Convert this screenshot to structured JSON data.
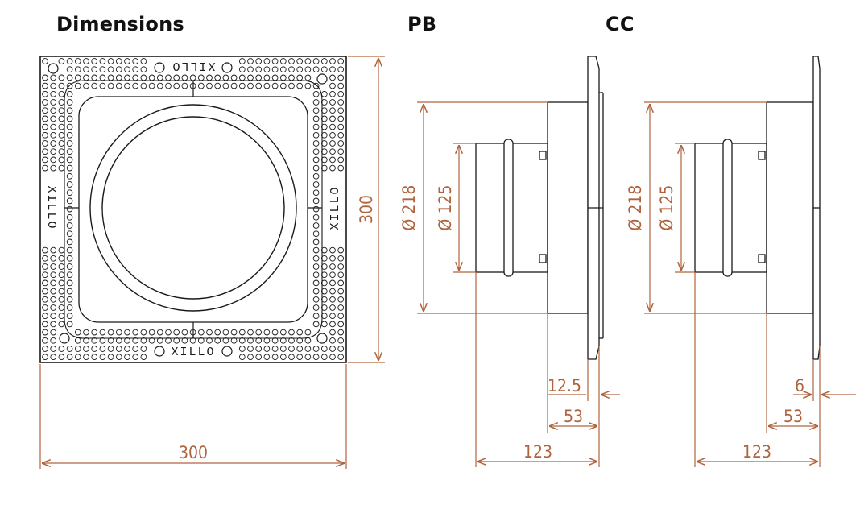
{
  "headings": {
    "front": "Dimensions",
    "pb": "PB",
    "cc": "CC"
  },
  "brand": "XILLO",
  "colors": {
    "dimension": "#b0643e",
    "outline": "#1a1a1a"
  },
  "front_view": {
    "width_label": "300",
    "height_label": "300"
  },
  "pb_view": {
    "outer_diameter": "Ø 218",
    "inner_diameter": "Ø 125",
    "flange_thickness": "12.5",
    "body_depth": "53",
    "total_depth": "123"
  },
  "cc_view": {
    "outer_diameter": "Ø 218",
    "inner_diameter": "Ø 125",
    "flange_thickness": "6",
    "body_depth": "53",
    "total_depth": "123"
  }
}
